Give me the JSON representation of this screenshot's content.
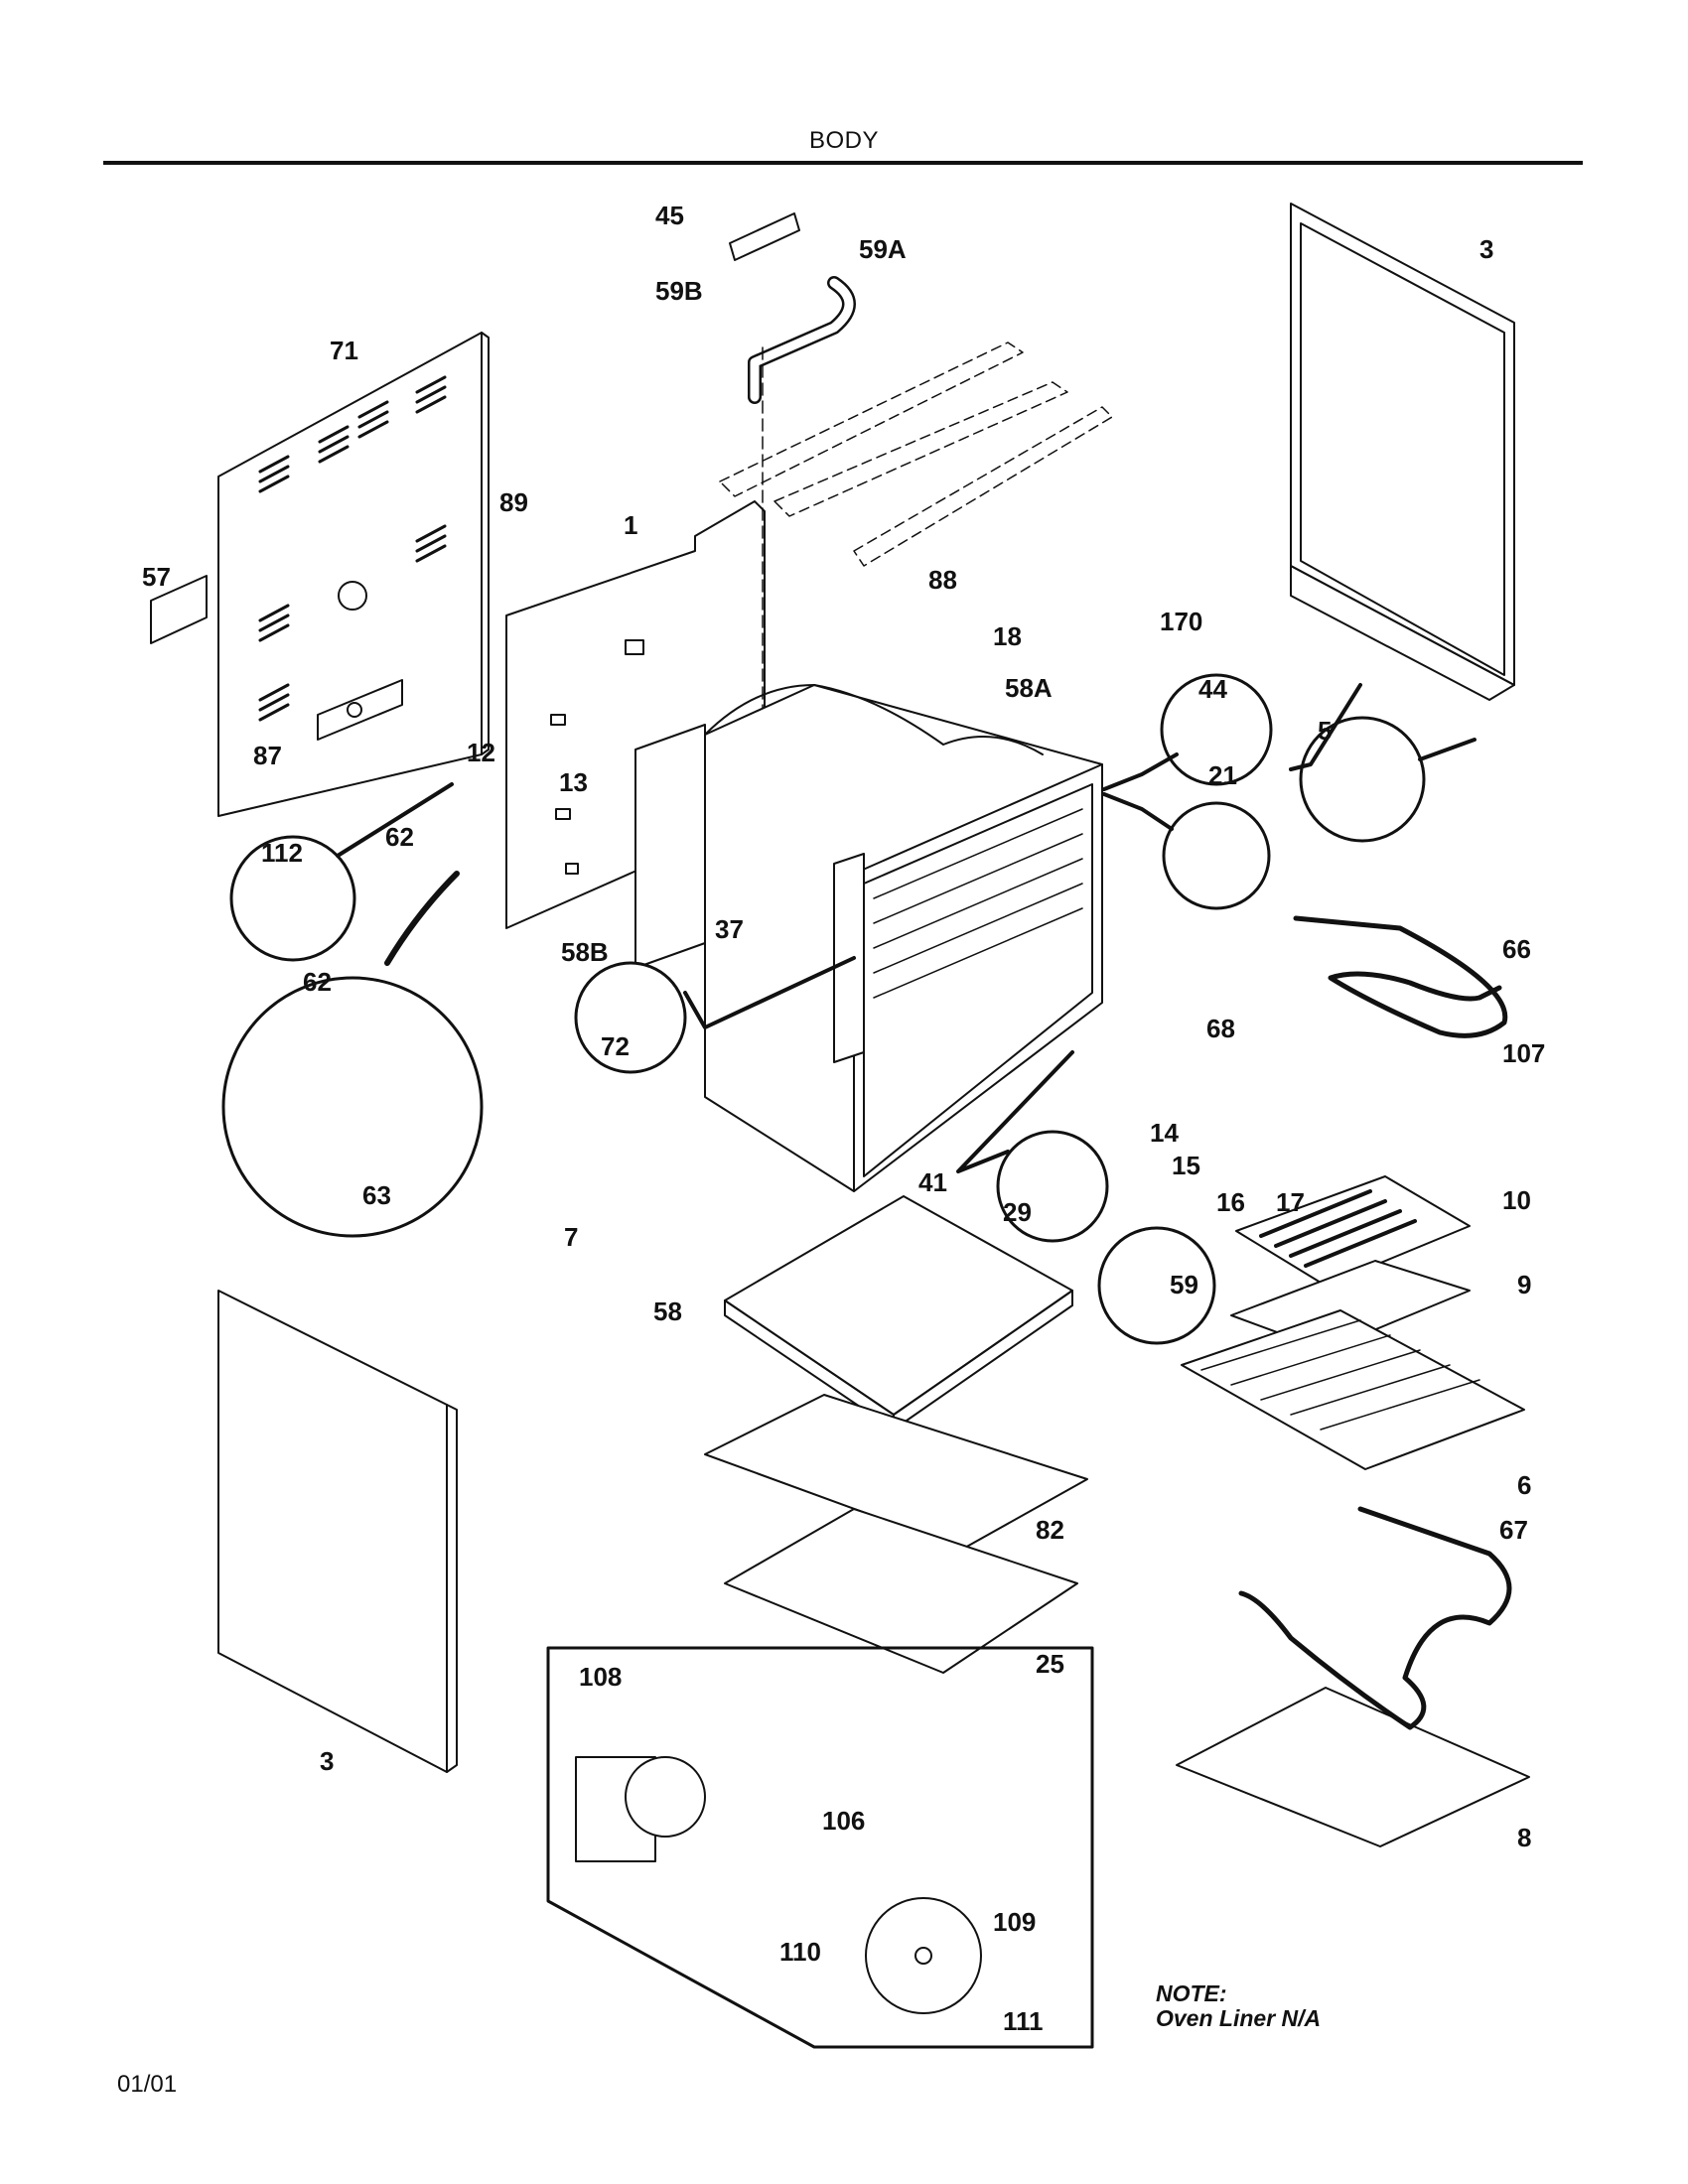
{
  "header": {
    "title": "BODY"
  },
  "note": {
    "line1": "NOTE:",
    "line2": "Oven Liner N/A"
  },
  "footer": {
    "date": "01/01"
  },
  "callouts": [
    "45",
    "59A",
    "59B",
    "71",
    "89",
    "1",
    "88",
    "18",
    "58A",
    "57",
    "87",
    "12",
    "13",
    "62",
    "112",
    "37",
    "58B",
    "72",
    "63",
    "7",
    "41",
    "29",
    "59",
    "58",
    "82",
    "25",
    "3",
    "3",
    "170",
    "44",
    "5",
    "21",
    "66",
    "68",
    "107",
    "14",
    "15",
    "16",
    "17",
    "10",
    "9",
    "6",
    "67",
    "8",
    "108",
    "106",
    "109",
    "110",
    "111"
  ]
}
